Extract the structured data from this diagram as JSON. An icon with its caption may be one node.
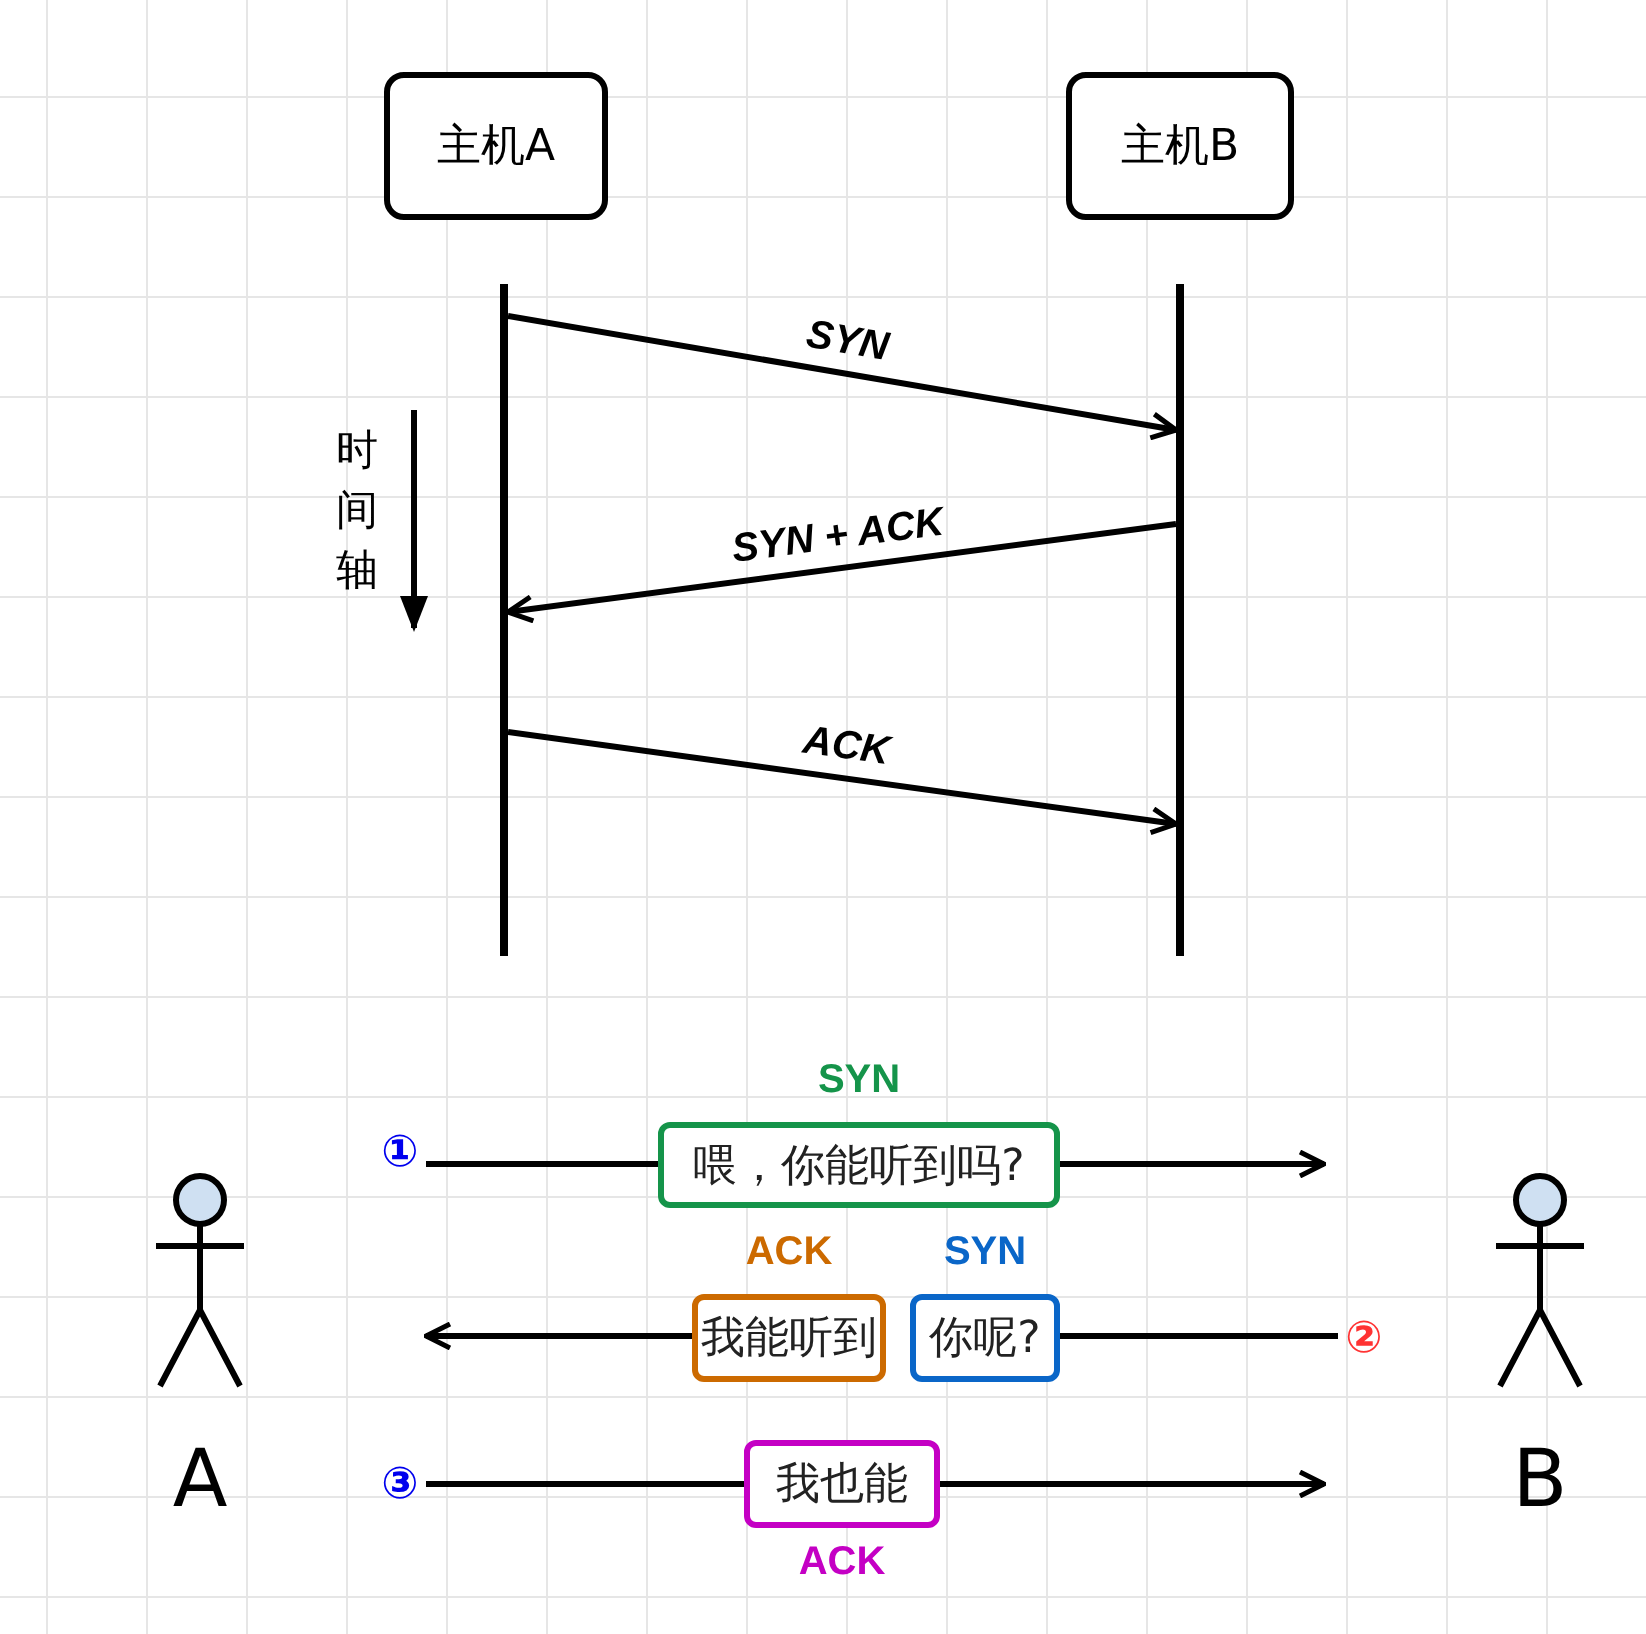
{
  "diagram": {
    "nodes": [
      {
        "text": [
          "主机A"
        ]
      },
      {
        "text": [
          "主机B"
        ]
      },
      {
        "text": [],
        "shape": "bar"
      },
      {
        "text": [],
        "shape": "bar"
      },
      {
        "text": [
          "A"
        ]
      },
      {
        "text": [
          "①"
        ]
      },
      {
        "text": [
          "喂，你能听到吗?"
        ],
        "beside": [
          "SYN"
        ]
      },
      {
        "text": [
          "B"
        ]
      },
      {
        "text": [
          "我能听到"
        ],
        "beside": [
          "ACK"
        ]
      },
      {
        "text": [
          "你呢?"
        ],
        "beside": [
          "SYN"
        ]
      },
      {
        "text": [
          "②"
        ]
      },
      {
        "text": [
          "③"
        ]
      },
      {
        "text": [
          "我也能"
        ],
        "beside": [
          "ACK"
        ]
      }
    ],
    "edges": [
      {
        "from": 2,
        "to": 3,
        "arrow": "to",
        "label": "SYN"
      },
      {
        "from": 3,
        "to": 2,
        "arrow": "to",
        "label": "SYN + ACK"
      },
      {
        "from": 2,
        "to": 3,
        "arrow": "to",
        "label": "ACK"
      },
      {
        "from": 5,
        "to": 6,
        "arrow": "none"
      },
      {
        "from": 6,
        "to": null,
        "arrow": "to"
      },
      {
        "from": 10,
        "to": 9,
        "arrow": "none"
      },
      {
        "from": 8,
        "to": null,
        "arrow": "to"
      },
      {
        "from": 11,
        "to": 12,
        "arrow": "none"
      },
      {
        "from": 12,
        "to": null,
        "arrow": "to"
      }
    ],
    "labels": [
      "时间轴"
    ]
  }
}
